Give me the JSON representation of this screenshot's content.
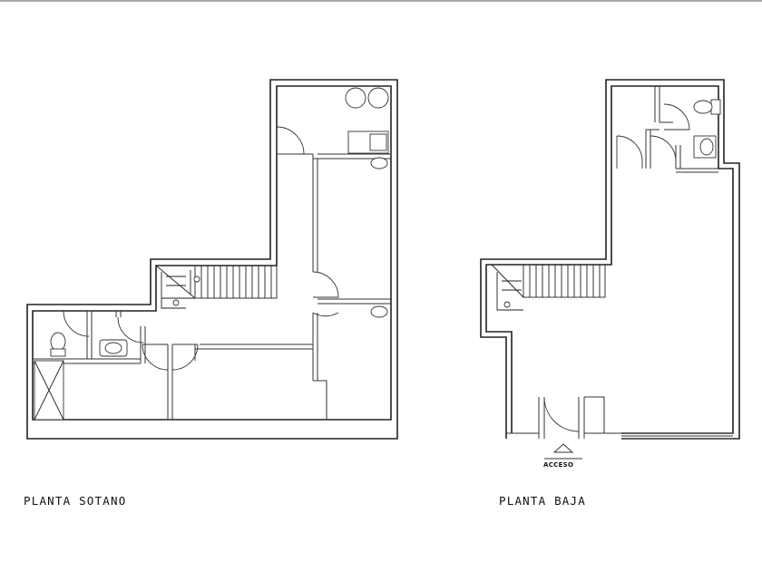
{
  "plans": {
    "basement": {
      "label": "PLANTA SOTANO"
    },
    "ground": {
      "label": "PLANTA BAJA",
      "entrance_label": "ACCESO"
    }
  },
  "colors": {
    "line": "#222222",
    "background": "#ffffff",
    "top_rule": "#a9a9a9"
  }
}
